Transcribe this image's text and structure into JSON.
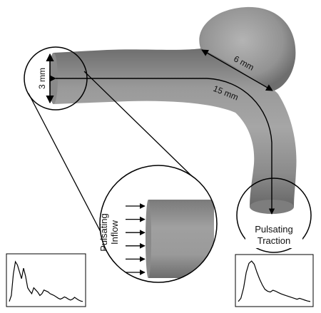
{
  "labels": {
    "diameter": "3 mm",
    "aneurysm_neck": "6 mm",
    "length": "15 mm",
    "inflow_line1": "Pulsating",
    "inflow_line2": "Inflow",
    "outlet_line1": "Pulsating",
    "outlet_line2": "Traction"
  },
  "colors": {
    "vessel": "#8c8c8c",
    "vessel_light": "#c8c8c8",
    "vessel_dark": "#5a5a5a",
    "line": "#000000"
  },
  "inflow_arrow_count": 6,
  "waveforms": {
    "inflow": [
      0.05,
      0.18,
      0.65,
      0.92,
      0.85,
      0.7,
      0.55,
      0.78,
      0.6,
      0.35,
      0.28,
      0.22,
      0.35,
      0.3,
      0.25,
      0.18,
      0.22,
      0.3,
      0.28,
      0.26,
      0.22,
      0.2,
      0.18,
      0.15,
      0.12,
      0.1,
      0.12,
      0.15,
      0.13,
      0.1,
      0.08,
      0.1,
      0.14,
      0.11,
      0.08,
      0.06,
      0.05
    ],
    "outlet": [
      0.05,
      0.12,
      0.35,
      0.7,
      0.9,
      0.95,
      0.88,
      0.7,
      0.55,
      0.42,
      0.32,
      0.28,
      0.26,
      0.3,
      0.28,
      0.25,
      0.22,
      0.2,
      0.18,
      0.16,
      0.14,
      0.12,
      0.1,
      0.12,
      0.1,
      0.08,
      0.06,
      0.05
    ]
  }
}
